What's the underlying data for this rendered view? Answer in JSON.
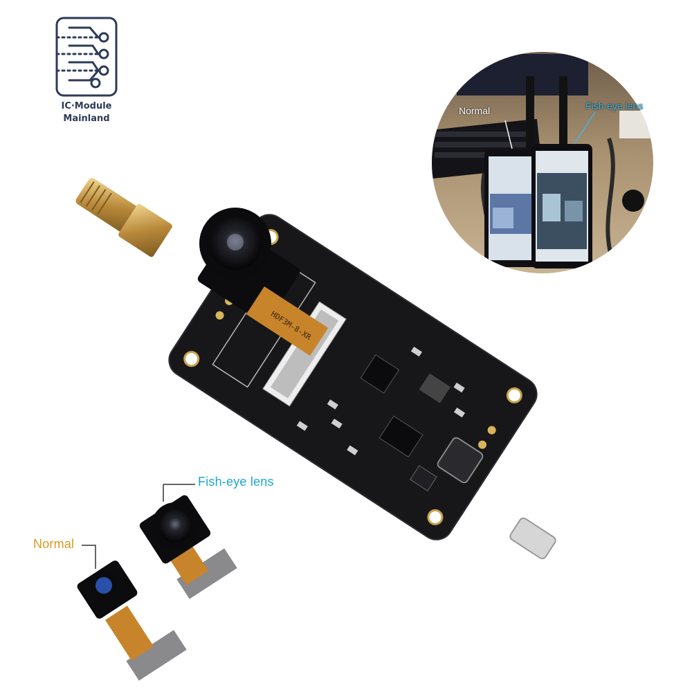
{
  "logo": {
    "line1": "IC·Module",
    "line2": "Mainland",
    "color": "#2d3a58"
  },
  "labels": {
    "normal": "Normal",
    "fisheye": "Fish-eye lens",
    "normal_color": "#d79a1e",
    "fisheye_color": "#1aa7cf"
  },
  "inset": {
    "normal_label": "Normal",
    "fisheye_label": "Fish-eye lens"
  },
  "board": {
    "flex_text": "HDF3M-8-XR"
  },
  "colors": {
    "pcb": "#17171a",
    "gold": "#c9a24a",
    "flex": "#c7842a"
  }
}
